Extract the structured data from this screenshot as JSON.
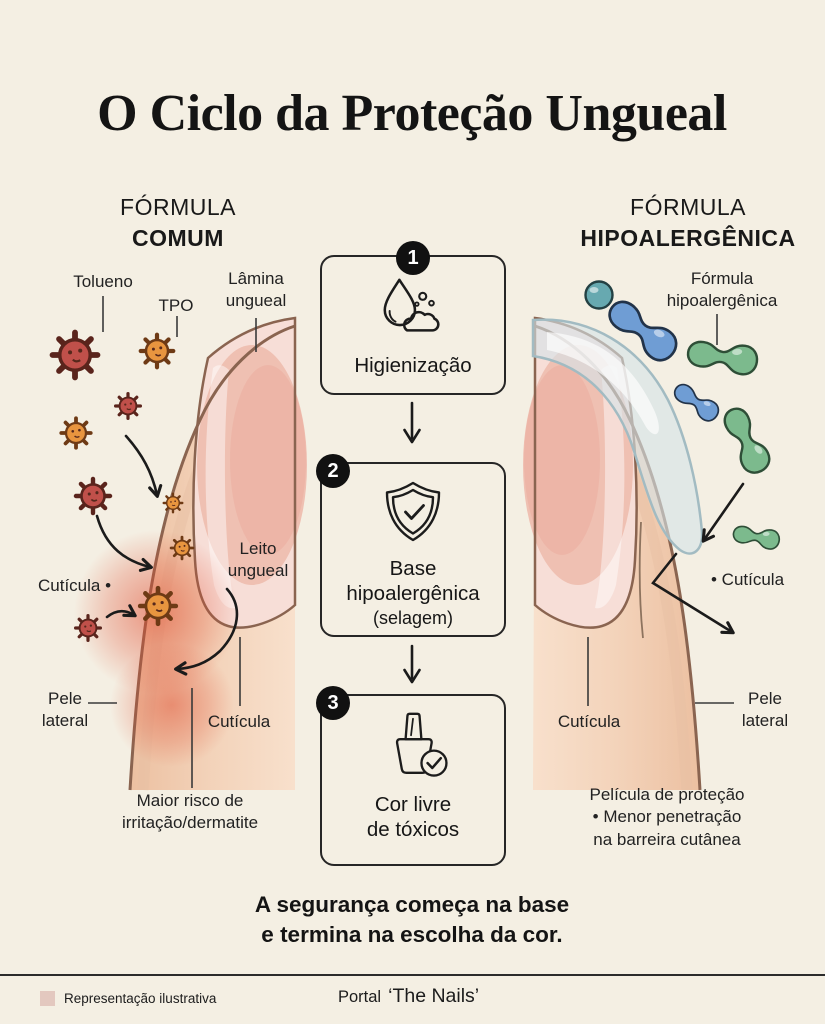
{
  "title": "O Ciclo da Proteção Ungueal",
  "headers": {
    "left": {
      "line1": "FÓRMULA",
      "line2": "COMUM"
    },
    "right": {
      "line1": "FÓRMULA",
      "line2": "HIPOALERGÊNICA"
    }
  },
  "labels_left": {
    "tolueno": "Tolueno",
    "tpo": "TPO",
    "lamina": "Lâmina\nungueal",
    "cuticula_upper": "Cutícula •",
    "leito": "Leito\nungueal",
    "pele_lateral": "Pele\nlateral",
    "cuticula_lower": "Cutícula",
    "risco": "Maior risco de\nirritação/dermatite"
  },
  "labels_right": {
    "formula": "Fórmula\nhipoalergênica",
    "cuticula_upper": "• Cutícula",
    "pele_lateral": "Pele\nlateral",
    "cuticula_lower": "Cutícula",
    "pelicula": "Película de proteção\n• Menor penetração\nna barreira cutânea"
  },
  "steps": [
    {
      "number": "1",
      "title": "Higienização",
      "subtitle": "",
      "icon": "water-drop-foam-icon"
    },
    {
      "number": "2",
      "title": "Base\nhipoalergênica",
      "subtitle": "(selagem)",
      "icon": "shield-check-icon"
    },
    {
      "number": "3",
      "title": "Cor livre\nde tóxicos",
      "subtitle": "",
      "icon": "nail-polish-check-icon"
    }
  ],
  "tagline": "A segurança começa na base\ne termina na escolha da cor.",
  "footer": {
    "legend": "Representação ilustrativa",
    "credit_prefix": "Portal",
    "credit_name": "‘The Nails’"
  },
  "colors": {
    "background": "#f4efe3",
    "ink": "#1c1c1c",
    "toxin_red": "#c0504a",
    "toxin_orange": "#e8953f",
    "molecule_teal": "#67a9b0",
    "molecule_blue": "#6f9dd4",
    "molecule_green": "#7cba8d",
    "skin": "#f2cfb4",
    "nail": "#f7ded7",
    "inflammation_glow": "#e0492d",
    "protective_film": "#d5e4e8",
    "legend_swatch": "#e3c8bf"
  }
}
